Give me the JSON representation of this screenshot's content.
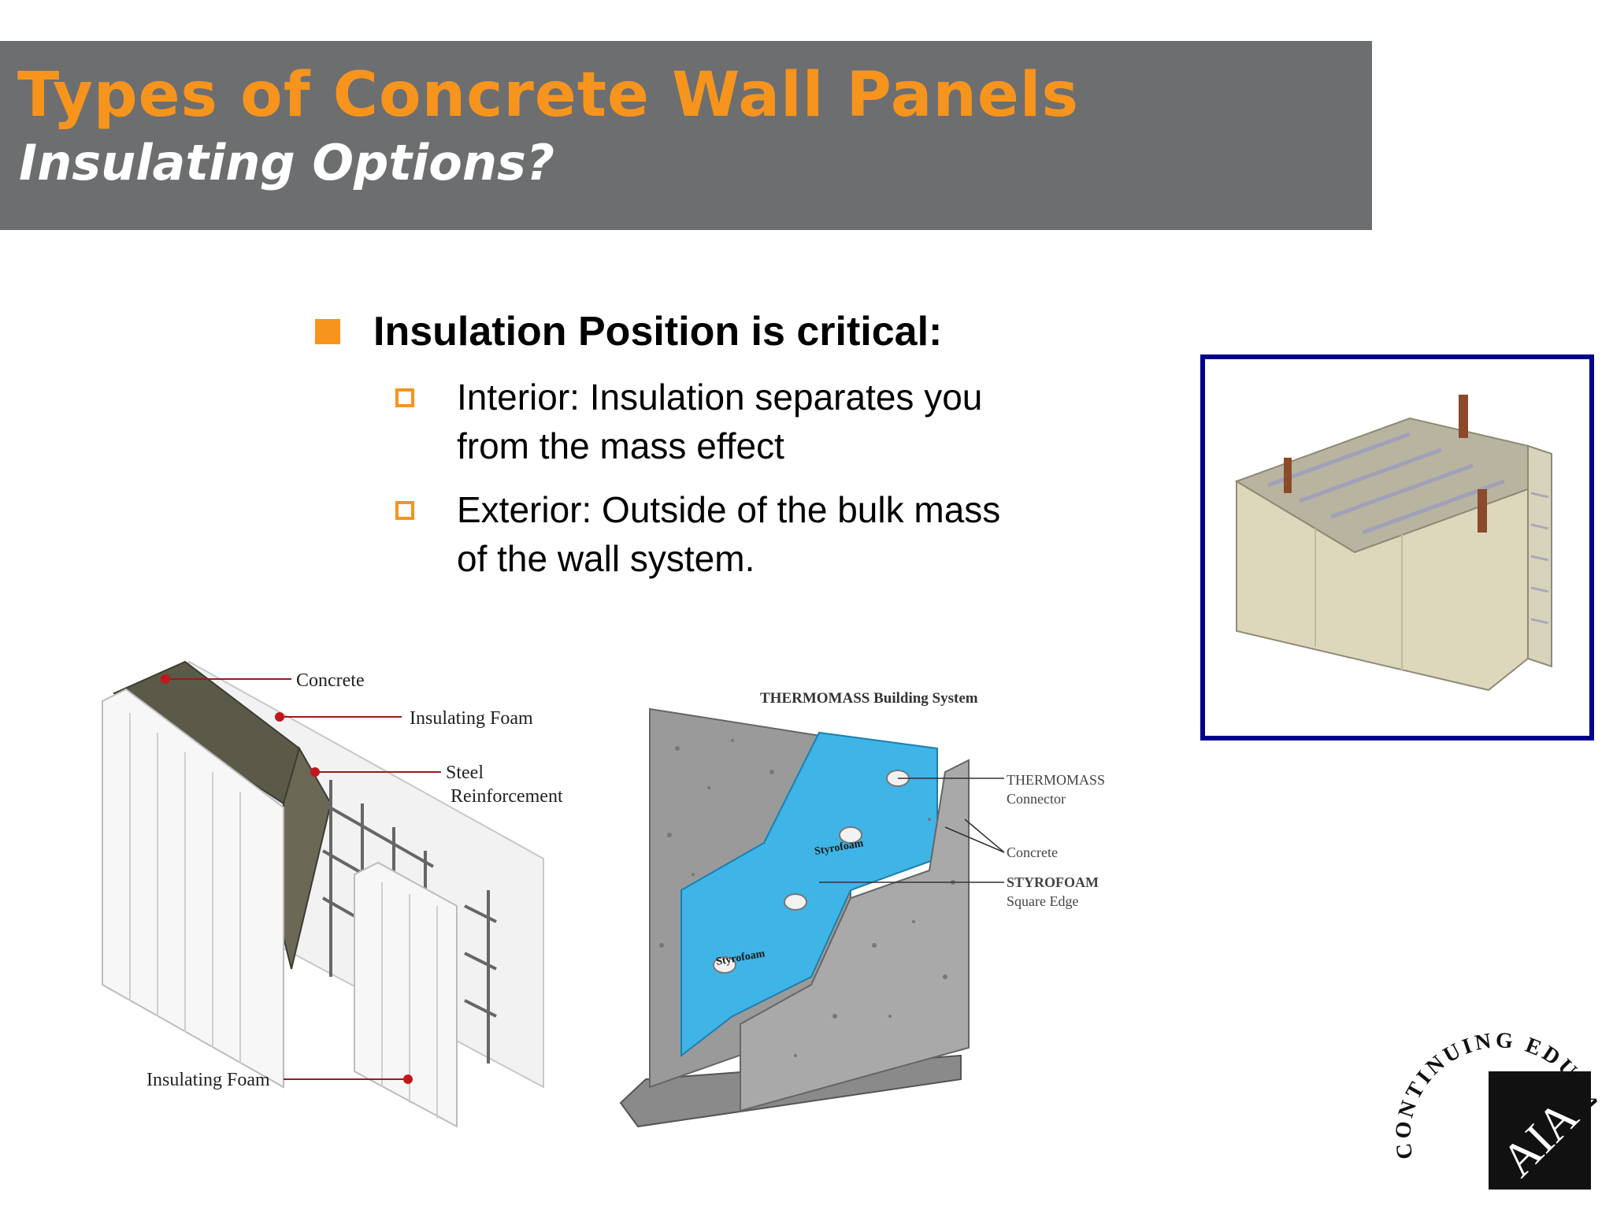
{
  "slide": {
    "title": "Types of Concrete Wall Panels",
    "subtitle": "Insulating Options?"
  },
  "bullets": {
    "main": "Insulation Position is critical:",
    "items": [
      {
        "lines": [
          "Interior: Insulation separates you",
          "from the mass effect"
        ]
      },
      {
        "lines": [
          "Exterior: Outside of the bulk mass",
          "of the wall system."
        ]
      }
    ]
  },
  "icf_figure": {
    "labels": {
      "concrete": "Concrete",
      "insulating_foam_top": "Insulating Foam",
      "steel_line1": "Steel",
      "steel_line2": "Reinforcement",
      "insulating_foam_bottom": "Insulating Foam"
    }
  },
  "thermomass_figure": {
    "heading": "THERMOMASS Building System",
    "labels": {
      "connector_line1": "THERMOMASS",
      "connector_line2": "Connector",
      "concrete": "Concrete",
      "styrofoam_line1": "STYROFOAM",
      "styrofoam_line2": "Square Edge"
    },
    "brand_text": "Styrofoam"
  },
  "logo": {
    "ring_text": "CONTINUING EDUCATION",
    "mark": "AIA"
  },
  "colors": {
    "title_bar": "#6d6e70",
    "accent_orange": "#f7941d",
    "frame_blue": "#00008b",
    "foam_blue": "#3fb4e6"
  }
}
